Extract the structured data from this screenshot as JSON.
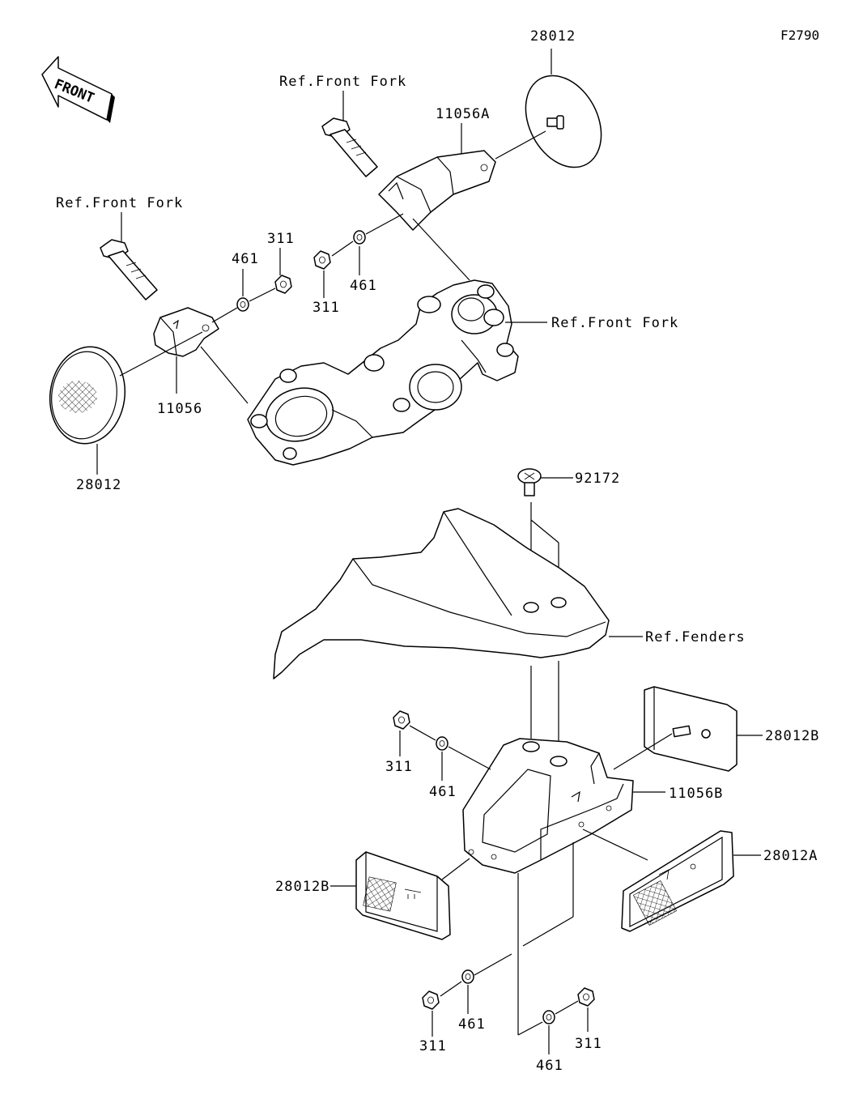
{
  "figure_code": "F2790",
  "direction_arrow": {
    "label": "FRONT"
  },
  "labels": {
    "reflector_top": "28012",
    "ref_front_fork_top": "Ref.Front Fork",
    "bracket_a": "11056A",
    "ref_front_fork_left": "Ref.Front Fork",
    "nut_311_a": "311",
    "washer_461_a": "461",
    "washer_461_b": "461",
    "nut_311_b": "311",
    "ref_front_fork_right": "Ref.Front Fork",
    "bracket_left": "11056",
    "reflector_left": "28012",
    "screw": "92172",
    "ref_fenders": "Ref.Fenders",
    "reflector_28012b_right": "28012B",
    "nut_311_c": "311",
    "washer_461_c": "461",
    "bracket_b": "11056B",
    "reflector_28012a": "28012A",
    "reflector_28012b_left": "28012B",
    "nut_311_d": "311",
    "washer_461_d": "461",
    "washer_461_e": "461",
    "nut_311_e": "311"
  }
}
